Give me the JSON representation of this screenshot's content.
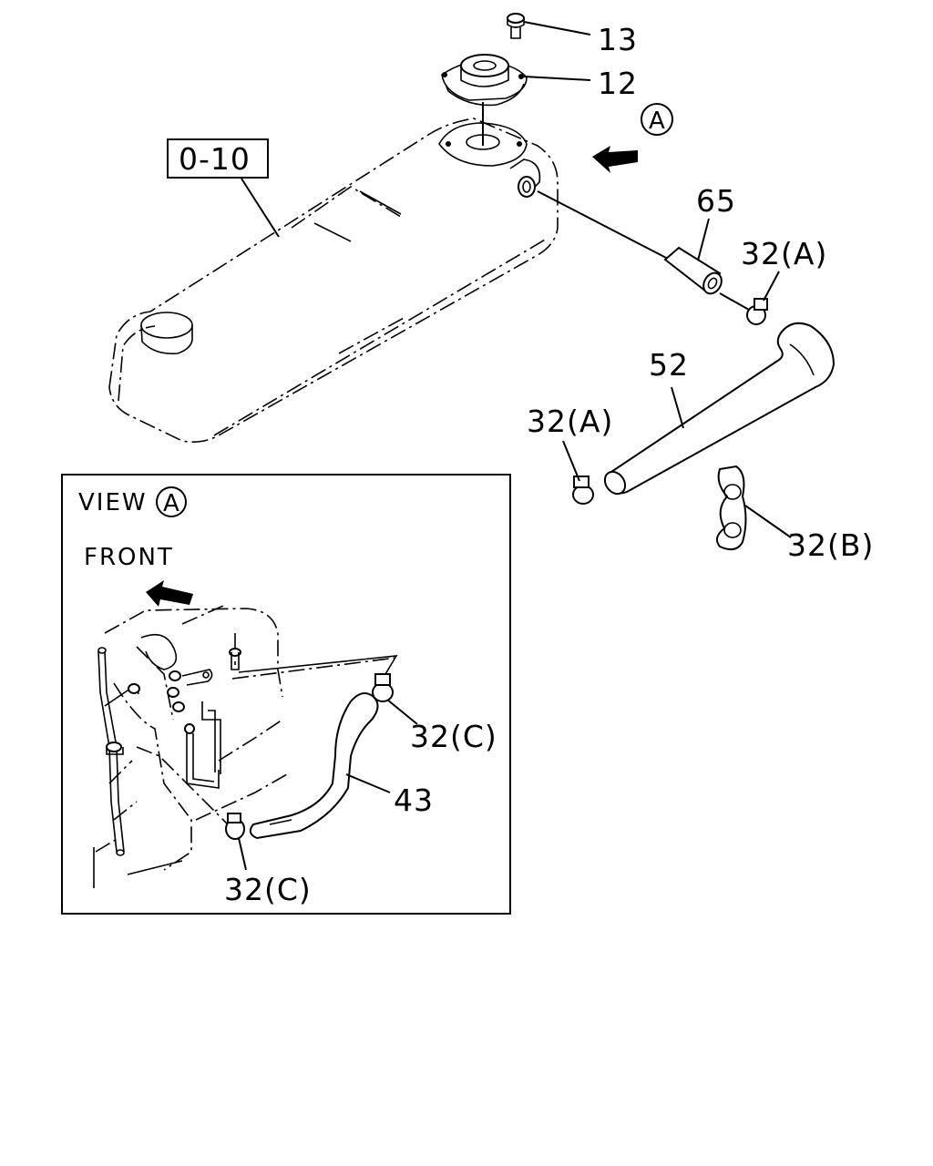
{
  "labels": {
    "ref_box": "0-10",
    "part_13": "13",
    "part_12": "12",
    "view_marker": "A",
    "part_65": "65",
    "part_32a_upper": "32(A)",
    "part_52": "52",
    "part_32a_lower": "32(A)",
    "part_32b": "32(B)",
    "part_32c_upper": "32(C)",
    "part_43": "43",
    "part_32c_lower": "32(C)"
  },
  "inset": {
    "view_text": "VIEW",
    "view_marker": "A",
    "front_text": "FRONT"
  }
}
